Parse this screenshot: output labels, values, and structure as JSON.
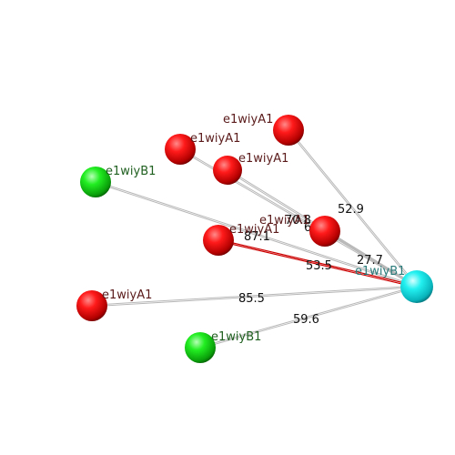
{
  "colors": {
    "edge": "#b8b8b8",
    "edge_highlight": "#cc0000",
    "label_red_atom": "#5a1a1a",
    "label_green_atom": "#1f5f1f",
    "label_cyan_atom": "#2a7a7a"
  },
  "atoms": [
    {
      "id": "a1",
      "label": "e1wiyA1",
      "color": "red"
    },
    {
      "id": "a2",
      "label": "e1wiyA1",
      "color": "red"
    },
    {
      "id": "a3",
      "label": "e1wiyA1",
      "color": "red"
    },
    {
      "id": "b1",
      "label": "e1wiyB1",
      "color": "green"
    },
    {
      "id": "a4",
      "label": "e1wiyA1",
      "color": "red"
    },
    {
      "id": "a5",
      "label": "e1wiyA1",
      "color": "red"
    },
    {
      "id": "a6",
      "label": "e1wiyA1",
      "color": "red"
    },
    {
      "id": "b2",
      "label": "e1wiyB1",
      "color": "green"
    },
    {
      "id": "c1",
      "label": "e1wiyB1",
      "color": "cyan"
    }
  ],
  "bonds": [
    {
      "from": "a1",
      "to": "c1",
      "label": "52.9",
      "highlight": false
    },
    {
      "from": "a2",
      "to": "c1",
      "label": "70.8",
      "highlight": false
    },
    {
      "from": "a3",
      "to": "c1",
      "label": "6",
      "highlight": false
    },
    {
      "from": "b1",
      "to": "c1",
      "label": "87.1",
      "highlight": false
    },
    {
      "from": "a5",
      "to": "c1",
      "label": "27.7",
      "highlight": false
    },
    {
      "from": "a4",
      "to": "c1",
      "label": "53.5",
      "highlight": true
    },
    {
      "from": "a6",
      "to": "c1",
      "label": "85.5",
      "highlight": false
    },
    {
      "from": "b2",
      "to": "c1",
      "label": "59.6",
      "highlight": false
    }
  ]
}
